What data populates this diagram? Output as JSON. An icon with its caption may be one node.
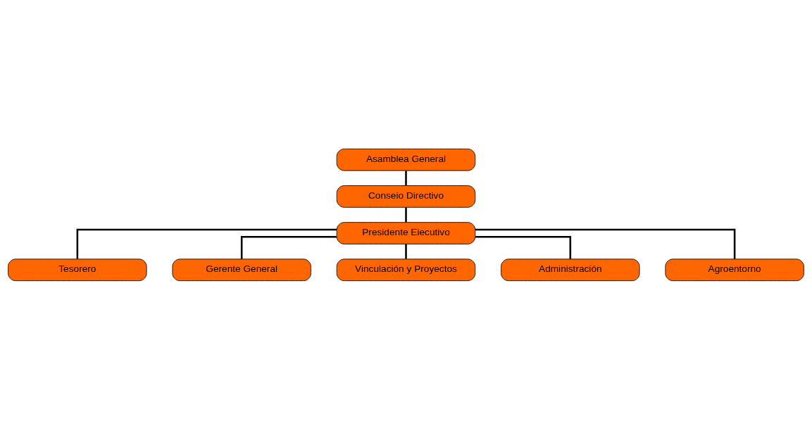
{
  "diagram": {
    "nodes": [
      {
        "text": [
          "Asamblea General"
        ]
      },
      {
        "text": [
          "Conseio Directivo"
        ]
      },
      {
        "text": [
          "Presidente Eiecutivo"
        ]
      },
      {
        "text": [
          "Tesorero"
        ]
      },
      {
        "text": [
          "Gerente General"
        ]
      },
      {
        "text": [
          "Vinculación y Proyectos"
        ]
      },
      {
        "text": [
          "Administración"
        ]
      },
      {
        "text": [
          "Agroentorno"
        ]
      }
    ],
    "edges": [
      {
        "from": 0,
        "to": 1,
        "arrow": "none"
      },
      {
        "from": 1,
        "to": 2,
        "arrow": "none"
      },
      {
        "from": 2,
        "to": 3,
        "arrow": "none"
      },
      {
        "from": 2,
        "to": 4,
        "arrow": "none"
      },
      {
        "from": 2,
        "to": 5,
        "arrow": "none"
      },
      {
        "from": 2,
        "to": 6,
        "arrow": "none"
      },
      {
        "from": 2,
        "to": 7,
        "arrow": "none"
      }
    ]
  }
}
